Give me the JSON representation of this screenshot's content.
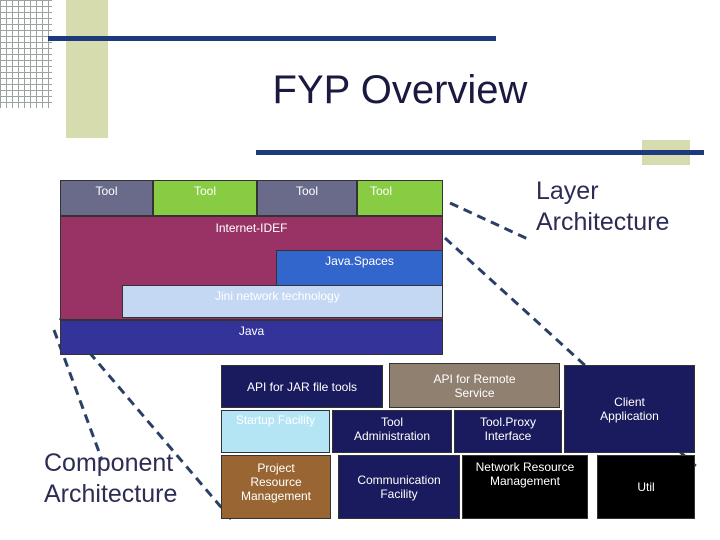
{
  "slide": {
    "title": "FYP Overview",
    "layer_heading_line1": "Layer",
    "layer_heading_line2": "Architecture",
    "component_heading_line1": "Component",
    "component_heading_line2": "Architecture"
  },
  "layer_diagram": {
    "tools": [
      "Tool",
      "Tool",
      "Tool",
      "Tool"
    ],
    "internet_idef": "Internet-IDEF",
    "javaspaces": "Java.Spaces",
    "jini": "Jini network technology",
    "java": "Java"
  },
  "component_diagram": {
    "api_jar": "API for JAR file tools",
    "api_remote": "API for Remote Service",
    "client_app": "Client Application",
    "startup": "Startup Facility",
    "tool_admin": "Tool Administration",
    "tool_proxy": "Tool.Proxy Interface",
    "project_resource": "Project Resource Management",
    "communication": "Communication Facility",
    "network_resource": "Network Resource Management",
    "util": "Util"
  },
  "colors": {
    "accent_bar": "#1d3a7a",
    "tool_gray": "#6a6a8a",
    "tool_green": "#88cc44",
    "internet_idef": "#993366",
    "javaspaces": "#3366cc",
    "jini": "#c4d8f4",
    "java": "#333399",
    "api_remote": "#8f8070",
    "dark_navy": "#1a1a5e",
    "startup": "#b3e5f5",
    "brown": "#996633",
    "black_block": "#000000"
  }
}
